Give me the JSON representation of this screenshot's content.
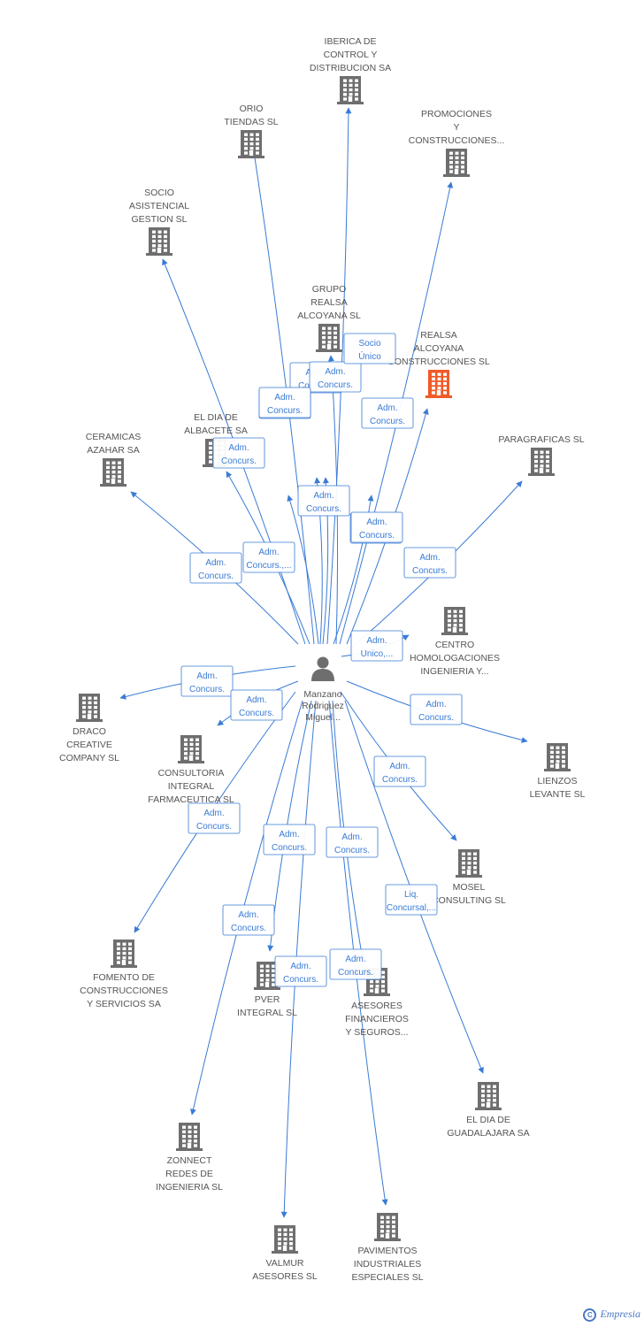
{
  "colors": {
    "edge": "#3a7bd5",
    "building": "#6e6e6e",
    "highlight": "#f05a28",
    "person": "#6e6e6e"
  },
  "center": {
    "id": "person",
    "label": [
      "Manzano",
      "Rodriguez",
      "Miguel..."
    ]
  },
  "nodes": [
    {
      "id": "iberica",
      "label": [
        "IBERICA DE",
        "CONTROL Y",
        "DISTRIBUCION SA"
      ]
    },
    {
      "id": "orio",
      "label": [
        "ORIO",
        "TIENDAS SL"
      ]
    },
    {
      "id": "promociones",
      "label": [
        "PROMOCIONES",
        "Y",
        "CONSTRUCCIONES..."
      ]
    },
    {
      "id": "socio",
      "label": [
        "SOCIO",
        "ASISTENCIAL",
        "GESTION SL"
      ]
    },
    {
      "id": "grupo",
      "label": [
        "GRUPO",
        "REALSA",
        "ALCOYANA SL"
      ]
    },
    {
      "id": "realsa",
      "label": [
        "REALSA",
        "ALCOYANA",
        "CONSTRUCCIONES SL"
      ],
      "highlight": true
    },
    {
      "id": "albacete",
      "label": [
        "EL DIA DE",
        "ALBACETE SA"
      ]
    },
    {
      "id": "ceramicas",
      "label": [
        "CERAMICAS",
        "AZAHAR SA"
      ]
    },
    {
      "id": "paragraficas",
      "label": [
        "PARAGRAFICAS SL"
      ]
    },
    {
      "id": "centro",
      "label": [
        "CENTRO",
        "HOMOLOGACIONES",
        "INGENIERIA Y..."
      ]
    },
    {
      "id": "draco",
      "label": [
        "DRACO",
        "CREATIVE",
        "COMPANY SL"
      ]
    },
    {
      "id": "consultoria",
      "label": [
        "CONSULTORIA",
        "INTEGRAL",
        "FARMACEUTICA SL"
      ]
    },
    {
      "id": "lienzos",
      "label": [
        "LIENZOS",
        "LEVANTE SL"
      ]
    },
    {
      "id": "mosel",
      "label": [
        "MOSEL",
        "CONSULTING SL"
      ]
    },
    {
      "id": "fomento",
      "label": [
        "FOMENTO DE",
        "CONSTRUCCIONES",
        "Y SERVICIOS SA"
      ]
    },
    {
      "id": "pver",
      "label": [
        "PVER",
        "INTEGRAL SL"
      ]
    },
    {
      "id": "asesores",
      "label": [
        "ASESORES",
        "FINANCIEROS",
        "Y SEGUROS..."
      ]
    },
    {
      "id": "guadalajara",
      "label": [
        "EL DIA DE",
        "GUADALAJARA SA"
      ]
    },
    {
      "id": "zonnect",
      "label": [
        "ZONNECT",
        "REDES DE",
        "INGENIERIA SL"
      ]
    },
    {
      "id": "valmur",
      "label": [
        "VALMUR",
        "ASESORES SL"
      ]
    },
    {
      "id": "pavimentos",
      "label": [
        "PAVIMENTOS",
        "INDUSTRIALES",
        "ESPECIALES SL"
      ]
    }
  ],
  "edges": [
    {
      "to": "iberica",
      "label": [
        "Adm.",
        "Concurs."
      ]
    },
    {
      "to": "orio",
      "label": [
        "Adm.",
        "Concurs."
      ]
    },
    {
      "to": "promociones",
      "label": [
        "Adm.",
        "Concurs."
      ]
    },
    {
      "to": "socio",
      "label": [
        "Adm.",
        "Concurs."
      ]
    },
    {
      "to": "grupo",
      "label": [
        "Socio",
        "Único"
      ]
    },
    {
      "to": "realsa",
      "label": [
        "Adm.",
        "Concurs."
      ]
    },
    {
      "to": "albacete",
      "label": [
        "Adm.",
        "Concurs."
      ]
    },
    {
      "to": "ceramicas",
      "label": [
        "Adm.",
        "Concurs."
      ]
    },
    {
      "to": "paragraficas",
      "label": [
        "Adm.",
        "Concurs."
      ]
    },
    {
      "to": "centro",
      "label": [
        "Adm.",
        "Unico,..."
      ]
    },
    {
      "to": "draco",
      "label": [
        "Adm.",
        "Concurs."
      ]
    },
    {
      "to": "consultoria",
      "label": [
        "Adm.",
        "Concurs."
      ]
    },
    {
      "to": "lienzos",
      "label": [
        "Adm.",
        "Concurs."
      ]
    },
    {
      "to": "mosel",
      "label": [
        "Adm.",
        "Concurs."
      ]
    },
    {
      "to": "fomento",
      "label": [
        "Adm.",
        "Concurs."
      ]
    },
    {
      "to": "pver",
      "label": [
        "Adm.",
        "Concurs."
      ]
    },
    {
      "to": "asesores",
      "label": [
        "Adm.",
        "Concurs."
      ]
    },
    {
      "to": "guadalajara",
      "label": [
        "Liq.",
        "Concursal,..."
      ]
    },
    {
      "to": "zonnect",
      "label": [
        "Adm.",
        "Concurs."
      ]
    },
    {
      "to": "valmur",
      "label": [
        "Adm.",
        "Concurs."
      ]
    },
    {
      "to": "pavimentos",
      "label": [
        "Adm.",
        "Concurs."
      ]
    },
    {
      "to": "albacete",
      "label": [
        "Adm.",
        "Concurs.,..."
      ]
    },
    {
      "to": "grupo",
      "label": [
        "Adm.",
        "Concurs."
      ]
    },
    {
      "to": "realsa",
      "label": [
        "Adm.",
        "Concurs."
      ]
    },
    {
      "to": "grupo",
      "label": [
        "Adm.",
        "Concurs."
      ]
    }
  ],
  "brand": {
    "copyright": "C",
    "name": "Empresia"
  }
}
